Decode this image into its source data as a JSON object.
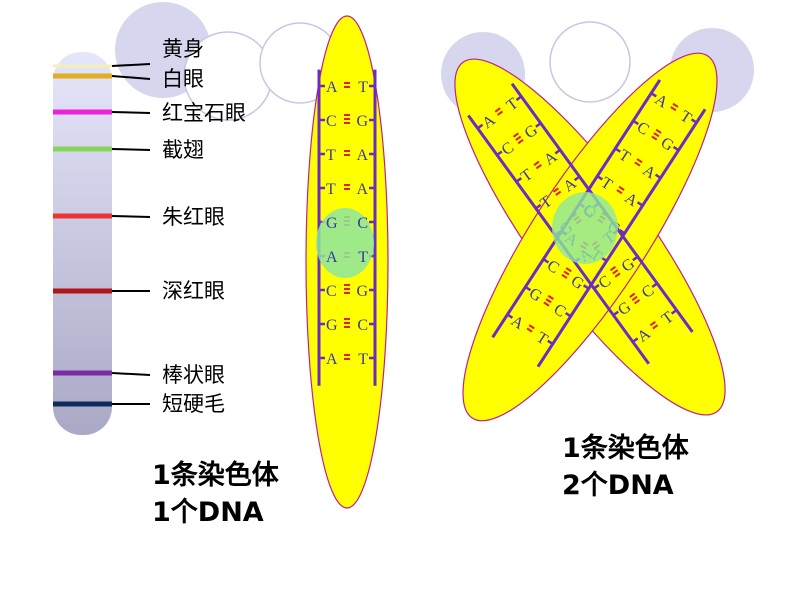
{
  "gene_labels": [
    "黄身",
    "白眼",
    "红宝石眼",
    "截翅",
    "朱红眼",
    "深红眼",
    "棒状眼",
    "短硬毛"
  ],
  "band_colors": [
    "#f3f0b8",
    "#e3ad22",
    "#ee22dd",
    "#88d45a",
    "#ee3333",
    "#b01818",
    "#7a2ca8",
    "#0d2a5a"
  ],
  "single_strand_pairs": [
    [
      "A",
      "T"
    ],
    [
      "C",
      "G"
    ],
    [
      "T",
      "A"
    ],
    [
      "T",
      "A"
    ],
    [
      "G",
      "C"
    ],
    [
      "A",
      "T"
    ],
    [
      "C",
      "G"
    ],
    [
      "G",
      "C"
    ],
    [
      "A",
      "T"
    ]
  ],
  "arm_a_pairs": [
    [
      "A",
      "T"
    ],
    [
      "C",
      "G"
    ],
    [
      "T",
      "A"
    ],
    [
      "T",
      "A"
    ],
    [
      "G",
      "C"
    ],
    [
      "A",
      "T"
    ],
    [
      "C",
      "G"
    ],
    [
      "G",
      "C"
    ],
    [
      "A",
      "T"
    ]
  ],
  "arm_b_pairs": [
    [
      "A",
      "T"
    ],
    [
      "C",
      "G"
    ],
    [
      "T",
      "A"
    ],
    [
      "T",
      "A"
    ],
    [
      "G",
      "C"
    ],
    [
      "A",
      "T"
    ],
    [
      "C",
      "G"
    ],
    [
      "G",
      "C"
    ],
    [
      "A",
      "T"
    ]
  ],
  "captions": {
    "left_line1": "1条染色体",
    "left_line2": "1个DNA",
    "right_line1": "1条染色体",
    "right_line2": "2个DNA"
  },
  "colors": {
    "chromosome_fill": "#ffff00",
    "chromosome_stroke": "#c0208c",
    "backbone": "#6a2cc4",
    "centromere": "#8ee6a0",
    "bond": "#e02020"
  }
}
